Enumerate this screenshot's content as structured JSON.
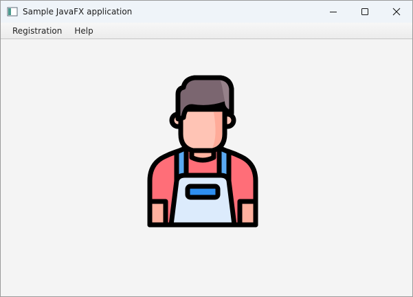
{
  "window": {
    "title": "Sample JavaFX application",
    "icons": {
      "app": "javafx-window-icon",
      "minimize": "minimize-icon",
      "maximize": "maximize-icon",
      "close": "close-icon"
    }
  },
  "menubar": {
    "items": [
      {
        "label": "Registration"
      },
      {
        "label": "Help"
      }
    ]
  },
  "content": {
    "image": "worker-avatar-illustration",
    "colors": {
      "hair": "#7b6670",
      "skin": "#ffc4b5",
      "shirt": "#ff6e78",
      "apron_bib": "#5aaaf2",
      "apron": "#dcebfc",
      "outline": "#000000"
    }
  }
}
